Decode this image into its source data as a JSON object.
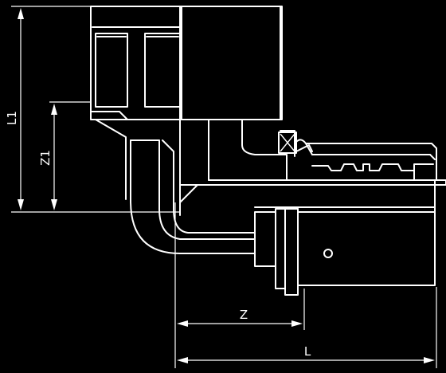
{
  "dimensions": {
    "L1": "L1",
    "Z1": "Z1",
    "Z": "Z",
    "L": "L"
  },
  "colors": {
    "background": "#000000",
    "lines": "#ffffff"
  }
}
